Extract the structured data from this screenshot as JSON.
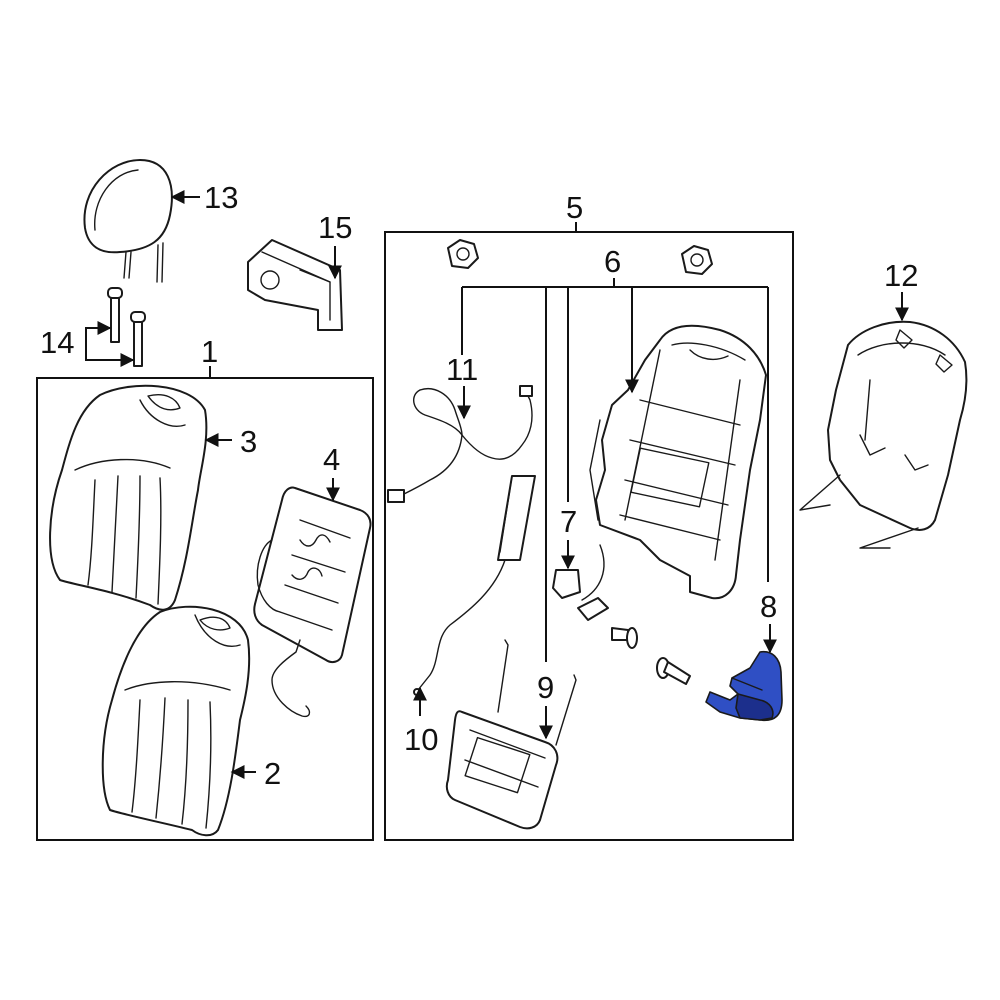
{
  "diagram": {
    "callouts": {
      "c1": "1",
      "c2": "2",
      "c3": "3",
      "c4": "4",
      "c5": "5",
      "c6": "6",
      "c7": "7",
      "c8": "8",
      "c9": "9",
      "c10": "10",
      "c11": "11",
      "c12": "12",
      "c13": "13",
      "c14": "14",
      "c15": "15"
    },
    "colors": {
      "line": "#1a1a1a",
      "highlight": "#2f4fc4",
      "highlight_dark": "#1c2f8c",
      "background": "#ffffff"
    }
  }
}
